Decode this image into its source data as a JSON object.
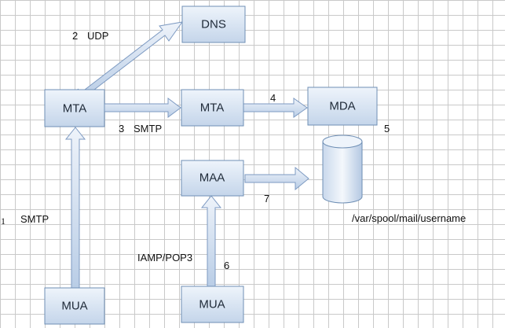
{
  "nodes": {
    "dns": "DNS",
    "mta_left": "MTA",
    "mta_mid": "MTA",
    "mda": "MDA",
    "maa": "MAA",
    "mua_left": "MUA",
    "mua_mid": "MUA"
  },
  "labels": {
    "udp_num": "2",
    "udp": "UDP",
    "smtp3_num": "3",
    "smtp3": "SMTP",
    "step4": "4",
    "step5": "5",
    "step7": "7",
    "step1": "1",
    "smtp1": "SMTP",
    "iamp": "IAMP/POP3",
    "step6": "6",
    "mailbox_path": "/var/spool/mail/username"
  },
  "colors": {
    "box_top": "#eef4fb",
    "box_bottom": "#c4d5ea",
    "box_border": "#6f8fb5",
    "arrow_fill_top": "#eef3fa",
    "arrow_fill_bottom": "#b9cde6",
    "arrow_border": "#7d9ac2"
  }
}
